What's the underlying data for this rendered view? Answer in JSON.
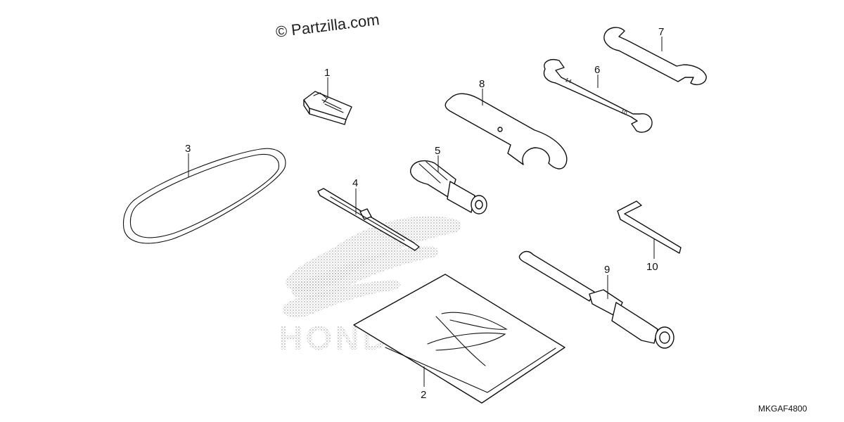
{
  "watermark": {
    "text": "© Partzilla.com"
  },
  "diagram_code": "MKGAF4800",
  "brand_logo": {
    "text": "HONDA"
  },
  "callouts": {
    "c1": "1",
    "c2": "2",
    "c3": "3",
    "c4": "4",
    "c5": "5",
    "c6": "6",
    "c7": "7",
    "c8": "8",
    "c9": "9",
    "c10": "10"
  },
  "parts": [
    {
      "callout": "1",
      "icon": "fuse-clip-icon"
    },
    {
      "callout": "2",
      "icon": "tool-bag-icon"
    },
    {
      "callout": "3",
      "icon": "rubber-band-icon"
    },
    {
      "callout": "4",
      "icon": "screwdriver-shaft-icon"
    },
    {
      "callout": "5",
      "icon": "screwdriver-handle-icon"
    },
    {
      "callout": "6",
      "icon": "open-end-wrench-icon"
    },
    {
      "callout": "7",
      "icon": "open-end-wrench-icon"
    },
    {
      "callout": "8",
      "icon": "pin-spanner-wrench-icon"
    },
    {
      "callout": "9",
      "icon": "spark-plug-wrench-icon"
    },
    {
      "callout": "10",
      "icon": "hex-key-icon"
    }
  ]
}
